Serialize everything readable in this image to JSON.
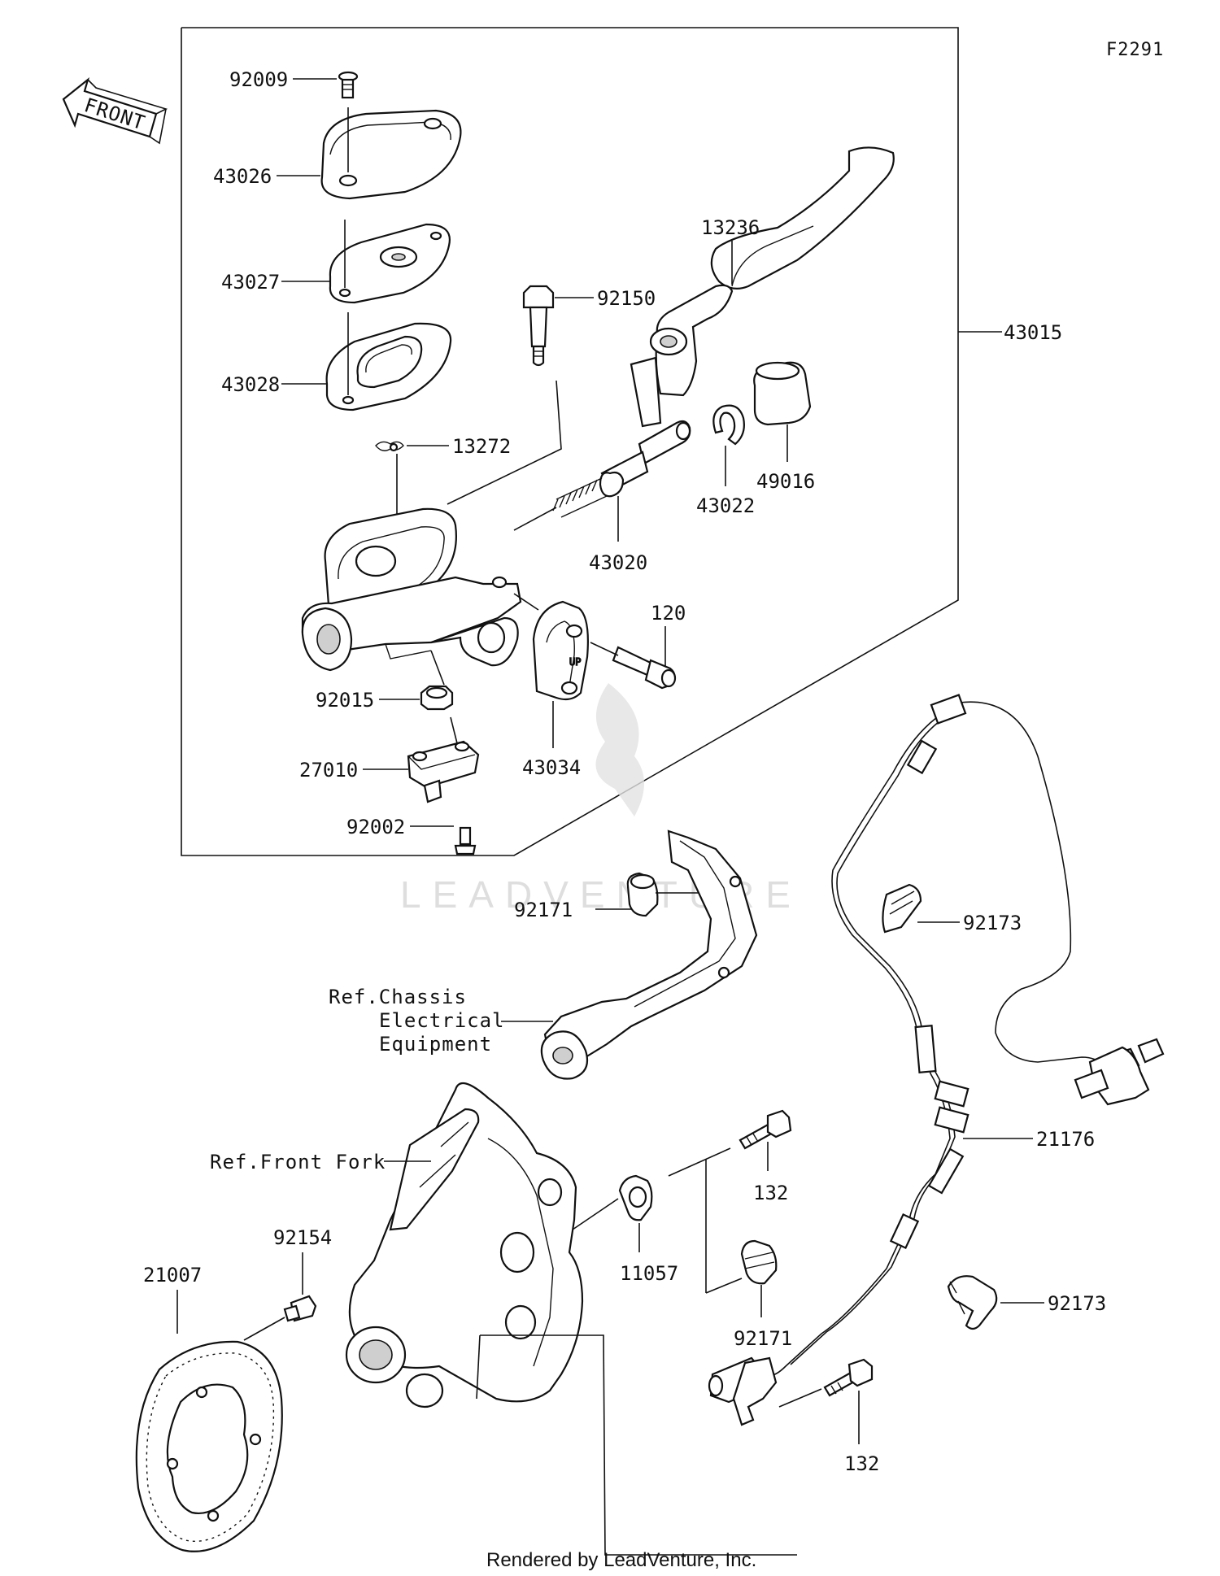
{
  "diagram_code": "F2291",
  "front_label": "FRONT",
  "watermark": "LEADVENTURE",
  "credit": "Rendered by LeadVenture, Inc.",
  "parts": {
    "p92009": "92009",
    "p43026": "43026",
    "p43027": "43027",
    "p43028": "43028",
    "p13272": "13272",
    "p92150": "92150",
    "p13236": "13236",
    "p43015": "43015",
    "p49016": "49016",
    "p43022": "43022",
    "p43020": "43020",
    "p120": "120",
    "p43034": "43034",
    "p92015": "92015",
    "p27010": "27010",
    "p92002": "92002",
    "p92171a": "92171",
    "p92173a": "92173",
    "p21176": "21176",
    "p132a": "132",
    "p11057": "11057",
    "p92171b": "92171",
    "p92173b": "92173",
    "p92154": "92154",
    "p21007": "21007",
    "p132b": "132"
  },
  "refs": {
    "chassis_line1": "Ref.Chassis",
    "chassis_line2": "Electrical",
    "chassis_line3": "Equipment",
    "fork": "Ref.Front Fork"
  }
}
